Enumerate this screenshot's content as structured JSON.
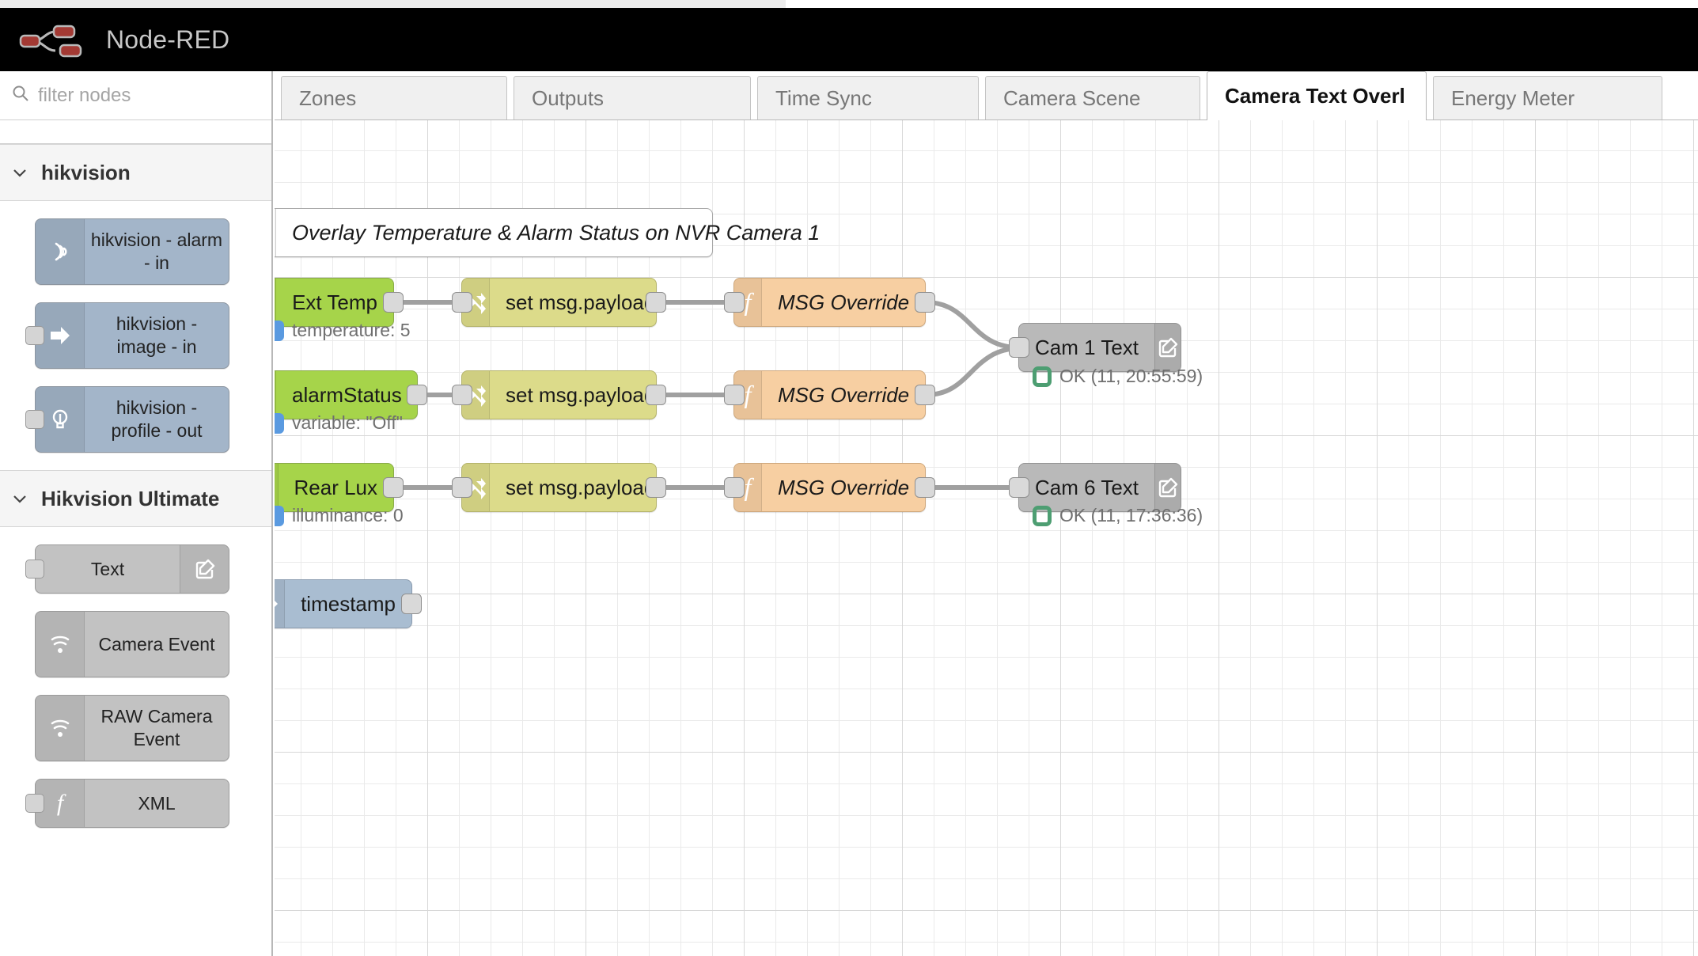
{
  "header": {
    "brand": "Node-RED",
    "logo_icon": "node-red-logo"
  },
  "palette": {
    "search": {
      "placeholder": "filter nodes",
      "value": "",
      "icon": "search-icon"
    },
    "categories": [
      {
        "name": "hikvision",
        "chevron_icon": "chevron-down-icon",
        "nodes": [
          {
            "label": "hikvision - alarm - in",
            "icon": "signal-wave-icon",
            "color": "#a3b5c9",
            "has_input": false,
            "has_edit": false
          },
          {
            "label": "hikvision - image - in",
            "icon": "arrow-right-icon",
            "color": "#a3b5c9",
            "has_input": true,
            "has_edit": false
          },
          {
            "label": "hikvision - profile - out",
            "icon": "lightbulb-icon",
            "color": "#a3b5c9",
            "has_input": true,
            "has_edit": false
          }
        ]
      },
      {
        "name": "Hikvision Ultimate",
        "chevron_icon": "chevron-down-icon",
        "nodes": [
          {
            "label": "Text",
            "icon": "none",
            "color": "#c2c2c2",
            "has_input": true,
            "has_edit": true
          },
          {
            "label": "Camera Event",
            "icon": "wifi-icon",
            "color": "#c2c2c2",
            "has_input": false,
            "has_edit": false
          },
          {
            "label": "RAW Camera Event",
            "icon": "wifi-icon",
            "color": "#c2c2c2",
            "has_input": false,
            "has_edit": false
          },
          {
            "label": "XML",
            "icon": "function-icon",
            "color": "#c2c2c2",
            "has_input": true,
            "has_edit": false
          }
        ]
      }
    ]
  },
  "tabs": [
    {
      "label": "Zones",
      "active": false
    },
    {
      "label": "Outputs",
      "active": false
    },
    {
      "label": "Time Sync",
      "active": false
    },
    {
      "label": "Camera Scene",
      "active": false
    },
    {
      "label": "Camera Text Overl",
      "active": true
    },
    {
      "label": "Energy Meter",
      "active": false
    }
  ],
  "flow": {
    "comment": {
      "text": "Overlay Temperature & Alarm Status on NVR Camera 1",
      "icon": "comment-icon"
    },
    "rows": [
      {
        "source": {
          "label": "Ext Temp",
          "icon": "signal-wave-icon",
          "color": "green"
        },
        "source_status": {
          "text": "temperature: 5",
          "dot": "blue"
        },
        "change": {
          "label": "set msg.payload",
          "icon": "change-arrows-icon",
          "color": "yellow"
        },
        "function": {
          "label": "MSG Override",
          "icon": "function-icon",
          "color": "orange"
        }
      },
      {
        "source": {
          "label": "alarmStatus",
          "icon": "signal-wave-icon",
          "color": "green"
        },
        "source_status": {
          "text": "variable: \"Off\"",
          "dot": "blue"
        },
        "change": {
          "label": "set msg.payload",
          "icon": "change-arrows-icon",
          "color": "yellow"
        },
        "function": {
          "label": "MSG Override",
          "icon": "function-icon",
          "color": "orange"
        }
      },
      {
        "source": {
          "label": "Rear Lux",
          "icon": "signal-wave-icon",
          "color": "green"
        },
        "source_status": {
          "text": "illuminance: 0",
          "dot": "blue"
        },
        "change": {
          "label": "set msg.payload",
          "icon": "change-arrows-icon",
          "color": "yellow"
        },
        "function": {
          "label": "MSG Override",
          "icon": "function-icon",
          "color": "orange"
        }
      }
    ],
    "sinks": [
      {
        "label": "Cam 1 Text",
        "edit_icon": "edit-pencil-icon",
        "status": {
          "text": "OK (11, 20:55:59)",
          "dot": "green-ring"
        }
      },
      {
        "label": "Cam 6 Text",
        "edit_icon": "edit-pencil-icon",
        "status": {
          "text": "OK (11, 17:36:36)",
          "dot": "green-ring"
        }
      }
    ],
    "inject": {
      "label": "timestamp",
      "icon": "arrow-right-icon",
      "button_icon": "inject-button"
    }
  },
  "colors": {
    "accent_red": "#a33a34",
    "node_green": "#a6d44a",
    "node_yellow": "#dcdb8a",
    "node_orange": "#f7cfa2",
    "node_grey": "#b9b9b9",
    "node_blue": "#a9bdd1",
    "status_blue": "#5a9ae0",
    "status_green": "#4d9e72"
  }
}
